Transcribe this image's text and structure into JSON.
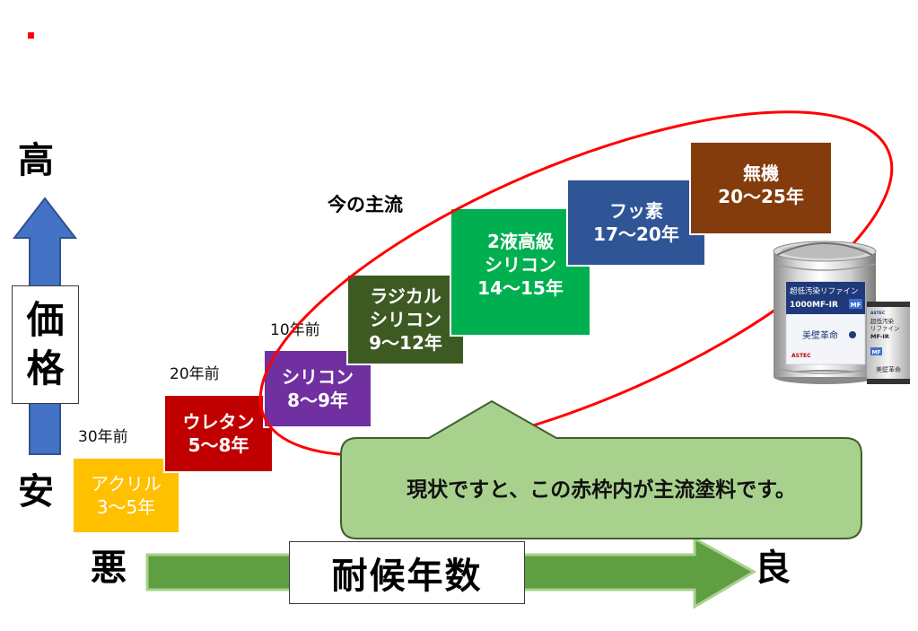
{
  "marker": {
    "color": "#FF0000"
  },
  "price_axis": {
    "high": "高",
    "low": "安",
    "label": "価格",
    "arrow_color": "#4472C4",
    "arrow_outline": "#2F528F"
  },
  "durability_axis": {
    "bad": "悪",
    "good": "良",
    "label": "耐候年数",
    "arrow_color": "#5F9E41",
    "arrow_outline": "#A9D18E"
  },
  "steps": [
    {
      "lines": [
        "アクリル",
        "3〜5年"
      ],
      "era": "30年前",
      "color": "#FFC000"
    },
    {
      "lines": [
        "ウレタン",
        "5〜8年"
      ],
      "era": "20年前",
      "color": "#C00000"
    },
    {
      "lines": [
        "シリコン",
        "8〜9年"
      ],
      "era": "10年前",
      "color": "#7030A0"
    },
    {
      "lines": [
        "ラジカル",
        "シリコン",
        "9〜12年"
      ],
      "color": "#3D5A23"
    },
    {
      "lines": [
        "2液高級",
        "シリコン",
        "14〜15年"
      ],
      "color": "#00B050"
    },
    {
      "lines": [
        "フッ素",
        "17〜20年"
      ],
      "color": "#2F5597"
    },
    {
      "lines": [
        "無機",
        "20〜25年"
      ],
      "color": "#843C0C"
    }
  ],
  "mainstream": {
    "label": "今の主流",
    "ring_color": "#FF0000"
  },
  "callout": {
    "text": "現状ですと、この赤枠内が主流塗料です。",
    "fill": "#A9D18E",
    "outline": "#3F5F2F"
  },
  "product": {
    "large_can": {
      "line1": "超低汚染リファイン",
      "line2": "1000MF-IR",
      "badge": "MF",
      "brand": "美壁革命",
      "maker": "ASTEC",
      "label_color": "#1F3A7A"
    },
    "small_can": {
      "maker": "ASTEC",
      "line1": "超低汚染",
      "line2": "リファイン",
      "line3": "MF-IR",
      "badge": "MF",
      "brand": "美壁革命"
    }
  }
}
